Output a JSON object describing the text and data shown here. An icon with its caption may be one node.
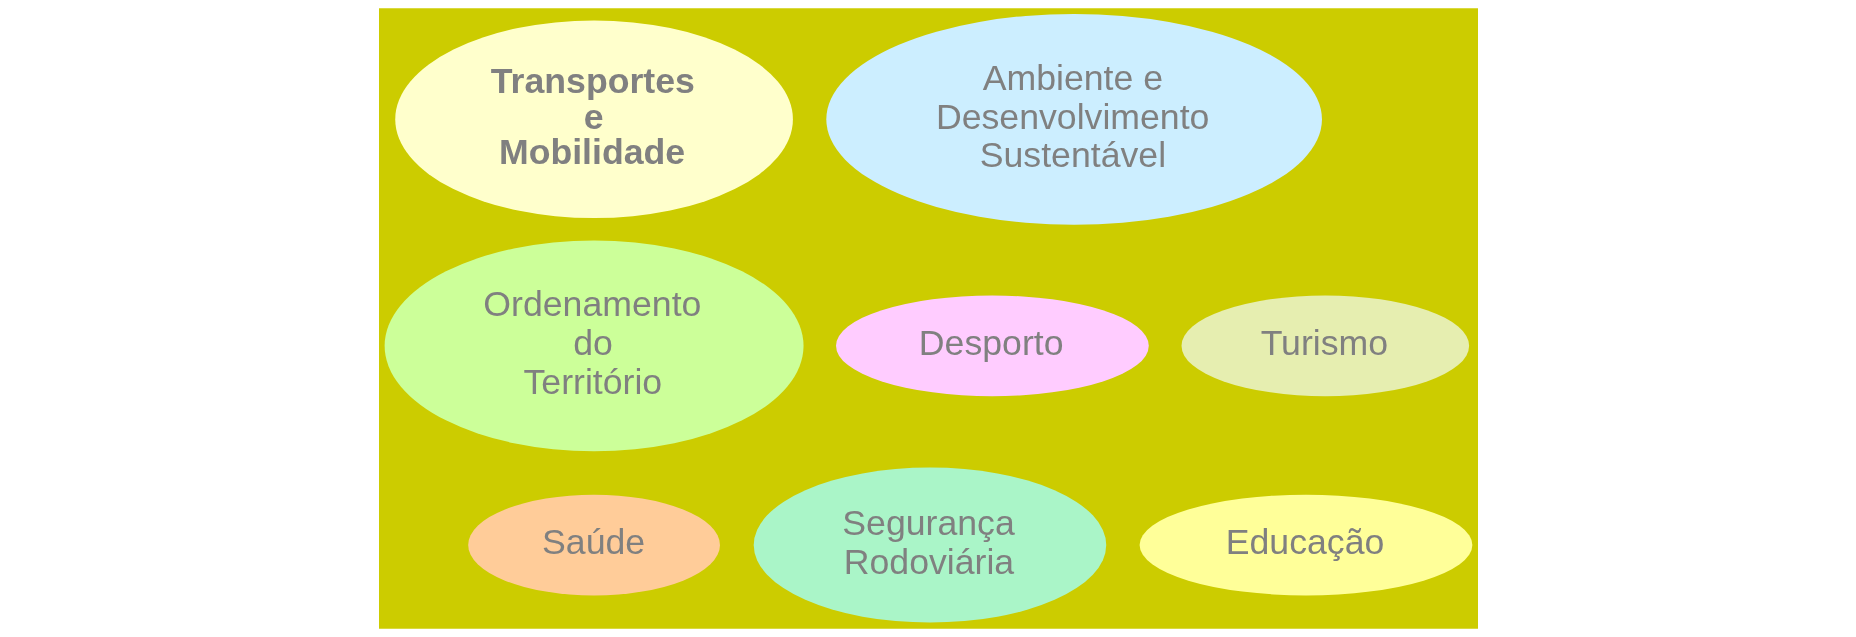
{
  "diagram": {
    "nodes": [
      {
        "text": [
          "Transportes e Mobilidade"
        ]
      },
      {
        "text": [
          "Ambiente e Desenvolvimento Sustentável"
        ]
      },
      {
        "text": [
          "Ordenamento do Território"
        ]
      },
      {
        "text": [
          "Desporto"
        ]
      },
      {
        "text": [
          "Turismo"
        ]
      },
      {
        "text": [
          "Saúde"
        ]
      },
      {
        "text": [
          "Segurança Rodoviária"
        ]
      },
      {
        "text": [
          "Educação"
        ]
      }
    ],
    "edges": []
  }
}
